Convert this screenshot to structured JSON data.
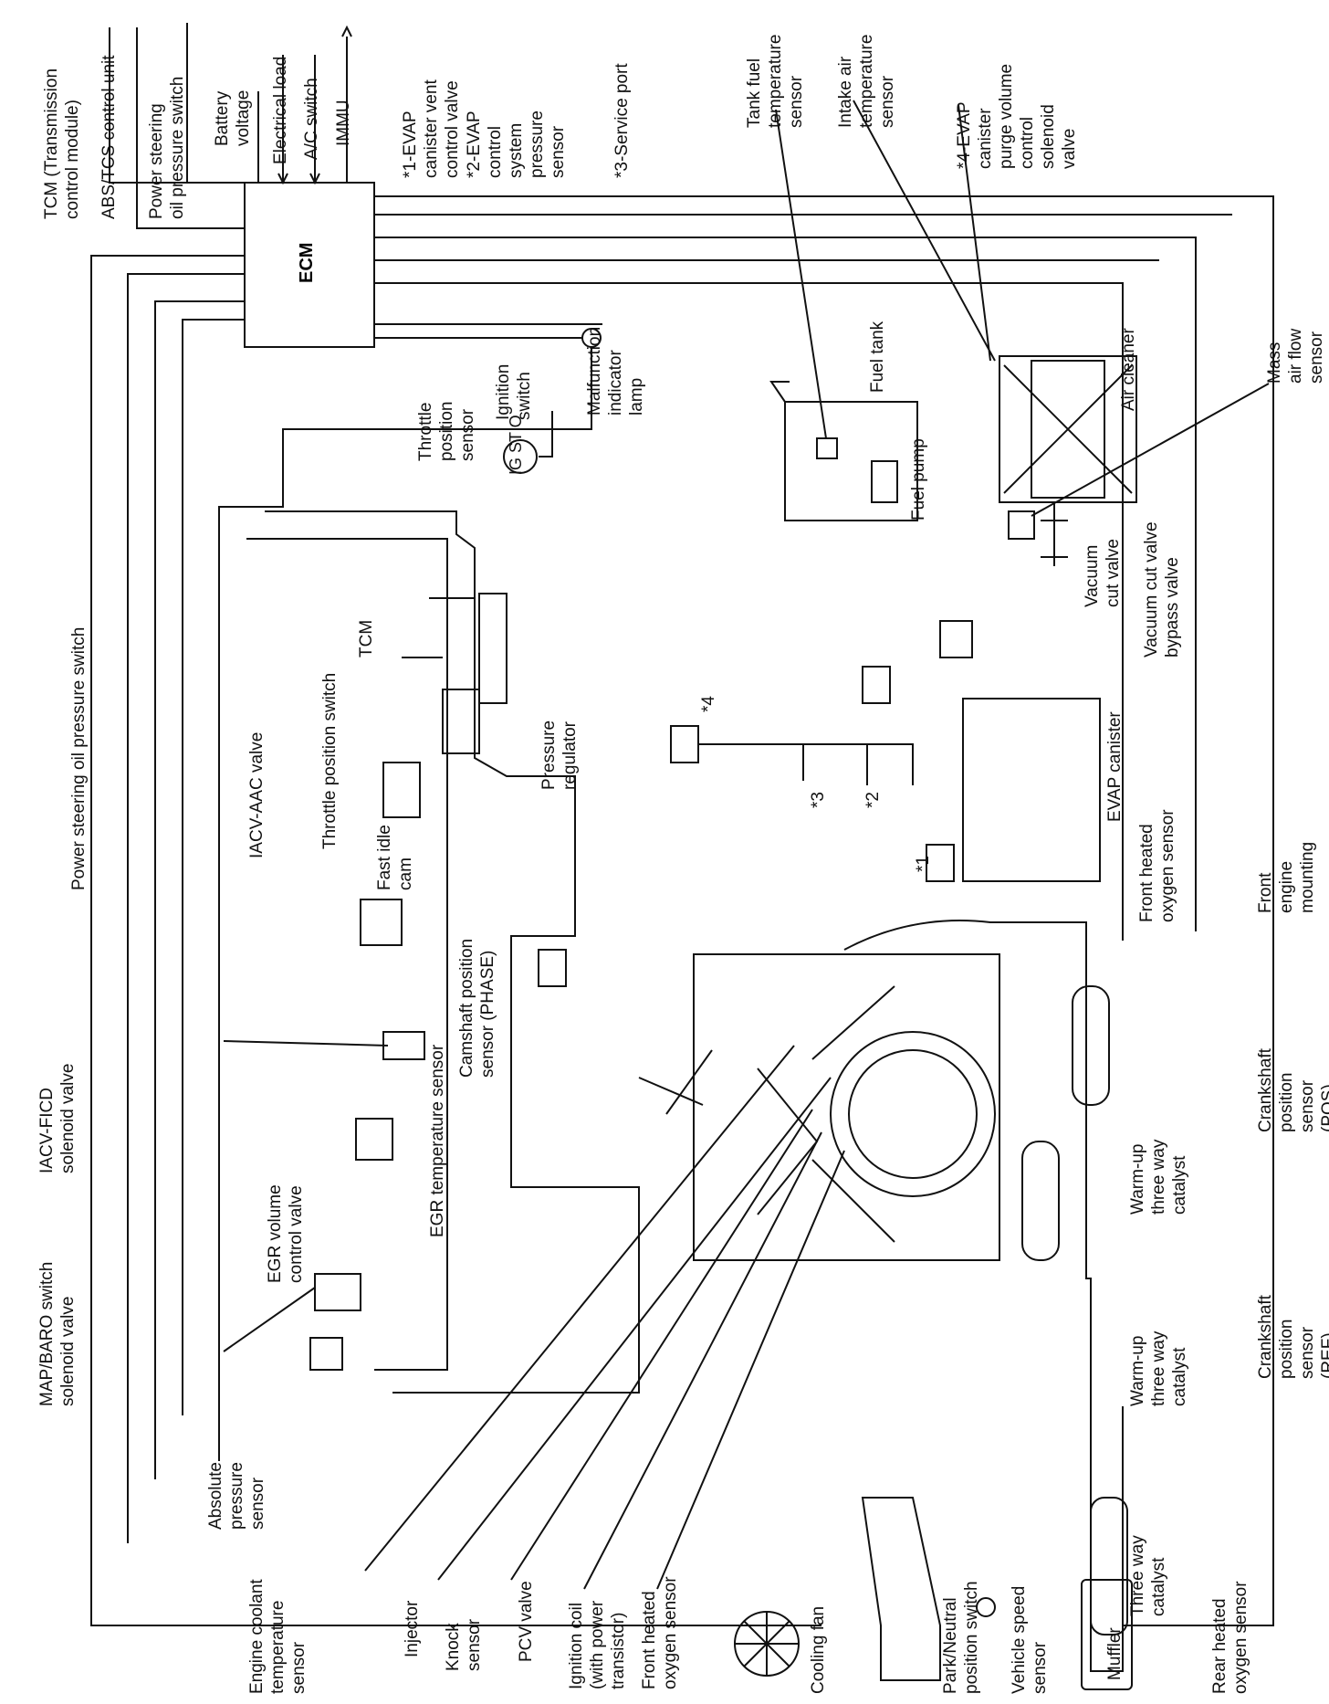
{
  "diagram": {
    "ecm": "ECM",
    "top_labels": {
      "tcm": "TCM (Transmission\ncontrol module)",
      "abs": "ABS/TCS control unit",
      "ps_switch_top": "Power steering\noil pressure switch",
      "battery": "Battery\nvoltage",
      "elec_load": "Electrical load",
      "ac_switch": "A/C switch",
      "immu": "IMMU",
      "evap1": "*1-EVAP\ncanister vent\ncontrol valve",
      "evap2": "*2-EVAP\ncontrol\nsystem\npressure\nsensor",
      "evap3": "*3-Service port",
      "tank_fuel_temp": "Tank fuel\ntemperature\nsensor",
      "intake_air_temp": "Intake air\ntemperature\nsensor",
      "evap4": "*4-EVAP\ncanister\npurge volume\ncontrol\nsolenoid\nvalve"
    },
    "labels": {
      "mil": "Malfunction\nindicator\nlamp",
      "ignition": "Ignition\nswitch",
      "fuel_tank": "Fuel tank",
      "fuel_pump": "Fuel pump",
      "air_cleaner": "Air cleaner",
      "maf": "Mass air flow sensor\n(Hot film type)",
      "tps": "Throttle\nposition\nsensor",
      "vacuum_cut": "Vacuum\ncut valve",
      "vacuum_bypass": "Vacuum cut valve\nbypass valve",
      "ps_switch_left": "Power steering oil pressure switch",
      "throttle_switch": "Throttle position switch",
      "tcm_small": "TCM",
      "star4": "*4",
      "pressure_reg": "Pressure\nregulator",
      "iacv_aac": "IACV-AAC valve",
      "fast_idle": "Fast idle\ncam",
      "star3": "*3",
      "star2": "*2",
      "star1": "*1",
      "evap_canister": "EVAP canister",
      "front_o2_top": "Front heated\noxygen sensor",
      "front_mount": "Front engine\nmounting",
      "iacv_ficd": "IACV-FICD\nsolenoid valve",
      "egr_temp": "EGR temperature sensor",
      "cmp": "Camshaft position\nsensor (PHASE)",
      "egr_valve": "EGR volume\ncontrol valve",
      "ckp_pos": "Crankshaft position\nsensor (POS)",
      "warmup1": "Warm-up\nthree way\ncatalyst",
      "map_baro": "MAP/BARO switch\nsolenoid valve",
      "ckp_ref": "Crankshaft position\nsensor (REF)",
      "warmup2": "Warm-up\nthree way\ncatalyst",
      "abs_pressure": "Absolute\npressure\nsensor",
      "three_way": "Three way\ncatalyst",
      "ect": "Engine coolant\ntemperature\nsensor",
      "injector": "Injector",
      "knock": "Knock\nsensor",
      "pcv": "PCV valve",
      "ign_coil": "Ignition coil\n(with power\ntransistor)",
      "front_o2_bottom": "Front heated\noxygen sensor",
      "cooling_fan": "Cooling fan",
      "park_neutral": "Park/Neutral\nposition switch",
      "vss": "Vehicle speed\nsensor",
      "muffler": "Muffler",
      "rear_o2": "Rear heated\noxygen sensor"
    },
    "ignition_marks": "IG ST O"
  }
}
